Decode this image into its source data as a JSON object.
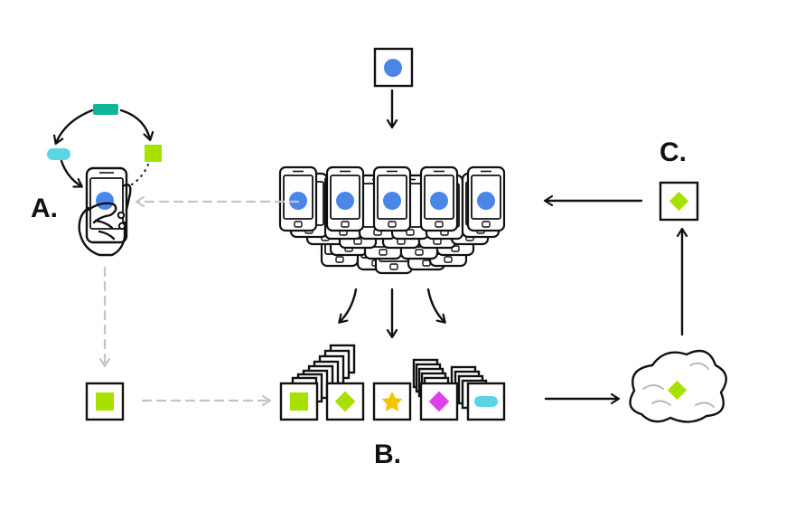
{
  "labels": {
    "a": "A.",
    "b": "B.",
    "c": "C."
  },
  "colors": {
    "blue": "#4a86e8",
    "lime": "#a8e000",
    "teal": "#0fb59a",
    "cyan": "#5bd4e4",
    "gold": "#f5c400",
    "magenta": "#e040e8",
    "dash": "#c4c4c4",
    "ink": "#111111"
  },
  "icons": {
    "input_card": "blue-circle-card-icon",
    "device_fleet": "phone-fleet-icon",
    "user_phone": "hand-holding-phone-icon",
    "local_update": "lime-square-card-icon",
    "aggregate": "lime-diamond-card-icon",
    "cloud": "cloud-icon"
  },
  "update_cards": [
    "lime-square",
    "lime-diamond",
    "gold-star",
    "magenta-diamond",
    "cyan-pill"
  ]
}
